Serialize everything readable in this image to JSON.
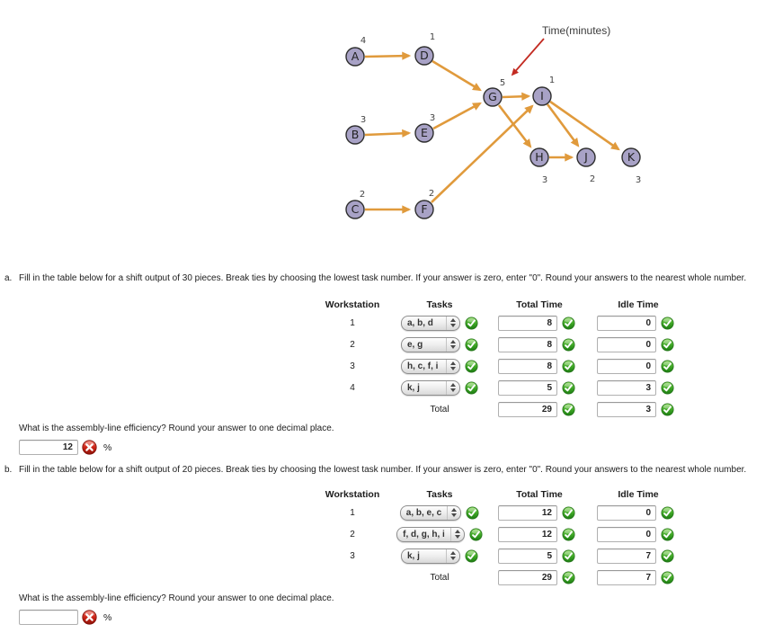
{
  "diagram": {
    "annotation": "Time(minutes)",
    "nodes": [
      {
        "id": "A",
        "time": "4"
      },
      {
        "id": "D",
        "time": "1"
      },
      {
        "id": "B",
        "time": "3"
      },
      {
        "id": "E",
        "time": "3"
      },
      {
        "id": "C",
        "time": "2"
      },
      {
        "id": "F",
        "time": "2"
      },
      {
        "id": "G",
        "time": "5"
      },
      {
        "id": "I",
        "time": "1"
      },
      {
        "id": "H",
        "time": "3"
      },
      {
        "id": "J",
        "time": "2"
      },
      {
        "id": "K",
        "time": "3"
      }
    ],
    "edges": [
      "A-D",
      "B-E",
      "C-F",
      "D-G",
      "E-G",
      "F-I",
      "G-I",
      "G-H",
      "H-J",
      "I-J",
      "I-K"
    ]
  },
  "part_a": {
    "label": "a.",
    "instruction": "Fill in the table below for a shift output of 30 pieces. Break ties by choosing the lowest task number. If your answer is zero, enter \"0\". Round your answers to the nearest whole number.",
    "table": {
      "headers": {
        "workstation": "Workstation",
        "tasks": "Tasks",
        "total_time": "Total Time",
        "idle_time": "Idle Time"
      },
      "rows": [
        {
          "workstation": "1",
          "tasks": "a, b, d",
          "total_time": "8",
          "idle_time": "0"
        },
        {
          "workstation": "2",
          "tasks": "e, g",
          "total_time": "8",
          "idle_time": "0"
        },
        {
          "workstation": "3",
          "tasks": "h, c, f, i",
          "total_time": "8",
          "idle_time": "0"
        },
        {
          "workstation": "4",
          "tasks": "k, j",
          "total_time": "5",
          "idle_time": "3"
        }
      ],
      "total_label": "Total",
      "total_time": "29",
      "total_idle": "3"
    },
    "efficiency_question": "What is the assembly-line efficiency? Round your answer to one decimal place.",
    "efficiency_value": "12",
    "percent_label": "%"
  },
  "part_b": {
    "label": "b.",
    "instruction": "Fill in the table below for a shift output of 20 pieces. Break ties by choosing the lowest task number. If your answer is zero, enter \"0\". Round your answers to the nearest whole number.",
    "table": {
      "headers": {
        "workstation": "Workstation",
        "tasks": "Tasks",
        "total_time": "Total Time",
        "idle_time": "Idle Time"
      },
      "rows": [
        {
          "workstation": "1",
          "tasks": "a, b, e, c",
          "total_time": "12",
          "idle_time": "0"
        },
        {
          "workstation": "2",
          "tasks": "f, d, g, h, i",
          "total_time": "12",
          "idle_time": "0"
        },
        {
          "workstation": "3",
          "tasks": "k, j",
          "total_time": "5",
          "idle_time": "7"
        }
      ],
      "total_label": "Total",
      "total_time": "29",
      "total_idle": "7"
    },
    "efficiency_question": "What is the assembly-line efficiency? Round your answer to one decimal place.",
    "efficiency_value": "",
    "percent_label": "%"
  },
  "icons": {
    "correct": "green-check",
    "incorrect": "red-x",
    "select_stepper": "up-down-arrows"
  },
  "colors": {
    "arrow": "#e09a3c",
    "node_fill": "#a8a2c6",
    "annotation_arrow": "#c32b22",
    "correct": "#2e9e1f",
    "incorrect": "#c0180c"
  }
}
